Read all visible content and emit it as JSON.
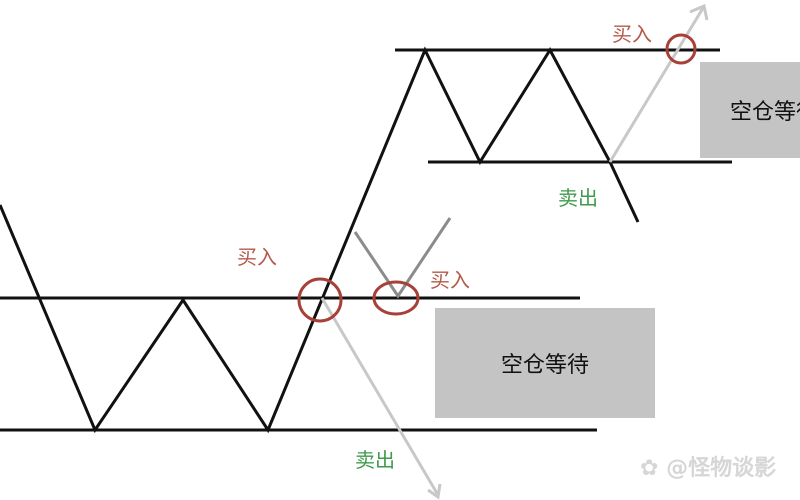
{
  "labels": {
    "buy_1": "买入",
    "buy_2": "买入",
    "buy_3": "买入",
    "sell_1": "卖出",
    "sell_2": "卖出"
  },
  "boxes": {
    "wait_lower": "空仓等待",
    "wait_upper": "空仓等待"
  },
  "watermark": "@怪物谈影",
  "colors": {
    "buy": "#b45a4c",
    "sell": "#3f9a4c",
    "circle": "#a8403a",
    "box": "#c4c4c4",
    "price_line": "#111111",
    "alt_path": "#9a9a9a"
  }
}
